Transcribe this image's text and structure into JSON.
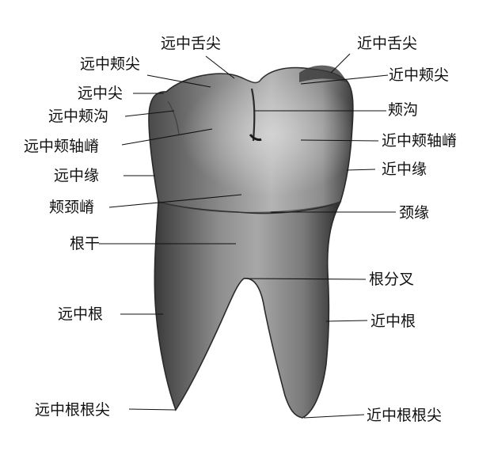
{
  "labels": {
    "distal_lingual_cusp": "远中舌尖",
    "mesial_lingual_cusp": "近中舌尖",
    "distal_buccal_cusp": "远中颊尖",
    "mesial_buccal_cusp": "近中颊尖",
    "distal_cusp": "远中尖",
    "buccal_groove": "颊沟",
    "distal_buccal_groove": "远中颊沟",
    "mesial_buccal_ridge": "近中颊轴嵴",
    "distal_buccal_ridge": "远中颊轴嵴",
    "mesial_margin": "近中缘",
    "distal_margin": "远中缘",
    "buccal_cervical_ridge": "颊颈嵴",
    "cervical_line": "颈缘",
    "root_trunk": "根干",
    "root_bifurcation": "根分叉",
    "distal_root": "远中根",
    "mesial_root": "近中根",
    "distal_root_apex": "远中根根尖",
    "mesial_root_apex": "近中根根尖"
  }
}
